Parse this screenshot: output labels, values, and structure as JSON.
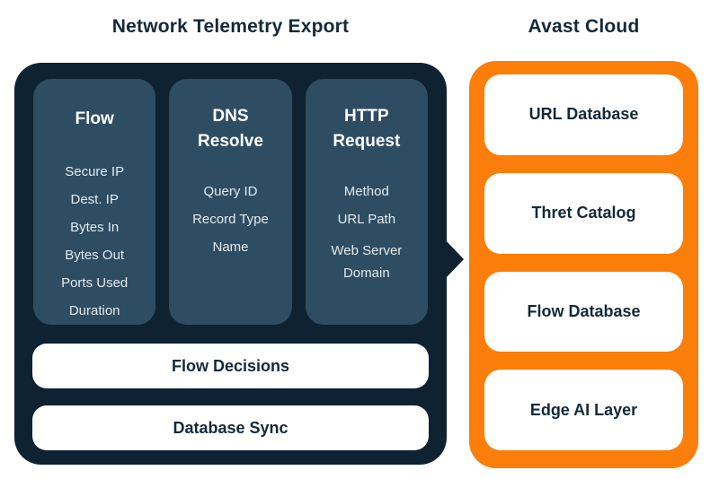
{
  "titles": {
    "left": "Network Telemetry Export",
    "right": "Avast Cloud"
  },
  "telemetry_panel": {
    "columns": [
      {
        "header": "Flow",
        "items": [
          "Secure IP",
          "Dest. IP",
          "Bytes In",
          "Bytes Out",
          "Ports Used",
          "Duration"
        ]
      },
      {
        "header": "DNS Resolve",
        "items": [
          "Query ID",
          "Record Type",
          "Name"
        ]
      },
      {
        "header": "HTTP Request",
        "items": [
          "Method",
          "URL Path",
          "Web Server Domain"
        ]
      }
    ],
    "bars": [
      {
        "label": "Flow Decisions"
      },
      {
        "label": "Database Sync"
      }
    ]
  },
  "cloud_panel": {
    "boxes": [
      {
        "label": "URL Database"
      },
      {
        "label": "Thret Catalog"
      },
      {
        "label": "Flow Database"
      },
      {
        "label": "Edge AI Layer"
      }
    ]
  },
  "colors": {
    "panel_dark": "#0e2231",
    "column_navy": "#2e4d63",
    "orange": "#fb7d0a",
    "title_text": "#13293a",
    "item_text": "#e3e9ed"
  }
}
